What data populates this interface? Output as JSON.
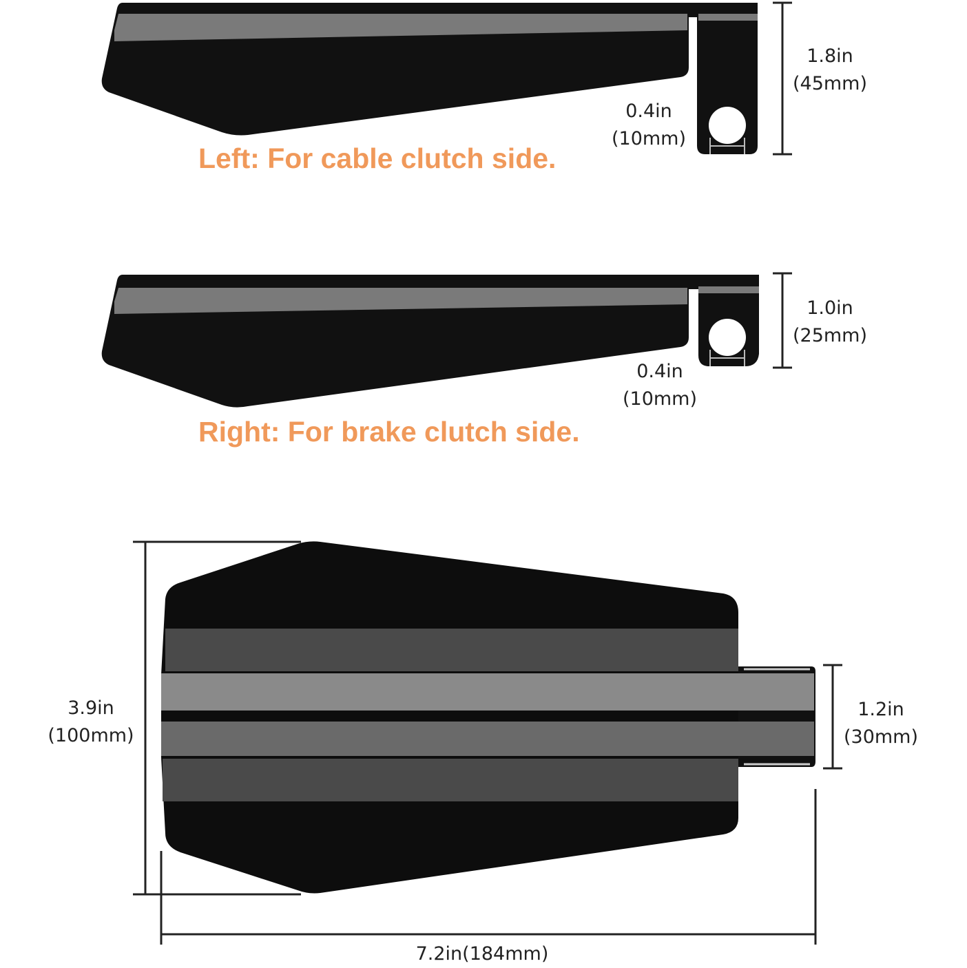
{
  "colors": {
    "accent_text": "#f0995a",
    "guard_body": "#111111",
    "guard_stripe": "#7a7a7a",
    "dimension_line": "#222222"
  },
  "left_guard": {
    "caption": "Left: For cable clutch side.",
    "height_in": "1.8in",
    "height_mm": "(45mm)",
    "hole_in": "0.4in",
    "hole_mm": "(10mm)"
  },
  "right_guard": {
    "caption": "Right: For brake clutch side.",
    "height_in": "1.0in",
    "height_mm": "(25mm)",
    "hole_in": "0.4in",
    "hole_mm": "(10mm)"
  },
  "top_view": {
    "width_in": "3.9in",
    "width_mm": "(100mm)",
    "mount_in": "1.2in",
    "mount_mm": "(30mm)",
    "length": "7.2in(184mm)"
  }
}
